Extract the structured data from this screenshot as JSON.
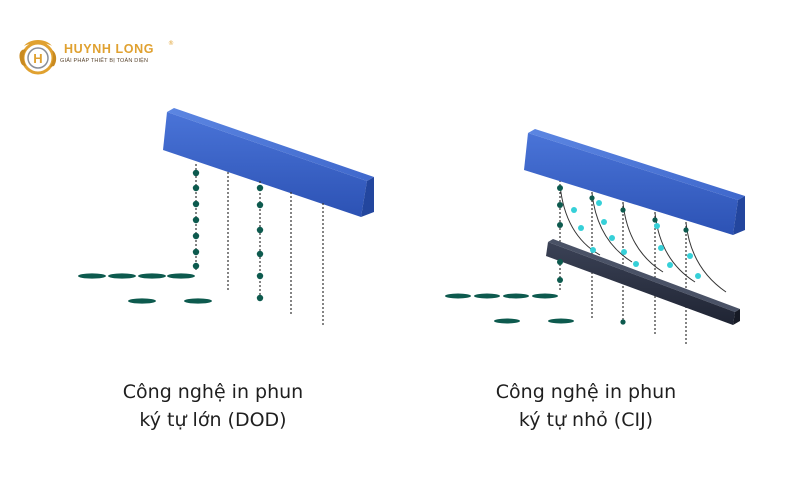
{
  "brand": {
    "name": "HUYNH LONG",
    "registered_mark": "®",
    "tagline": "GIẢI PHÁP THIẾT BỊ TOÀN DIỆN",
    "color": "#e0a130"
  },
  "panels": [
    {
      "caption_line1": "Công nghệ in phun",
      "caption_line2": "ký tự lớn (DOD)"
    },
    {
      "caption_line1": "Công nghệ in phun",
      "caption_line2": "ký tự nhỏ (CIJ)"
    }
  ],
  "colors": {
    "nozzle_bar": "#3a62c6",
    "deflector_bar": "#2b3142",
    "ink_drop": "#0d5a4e",
    "charged_drop": "#36d0d8"
  }
}
